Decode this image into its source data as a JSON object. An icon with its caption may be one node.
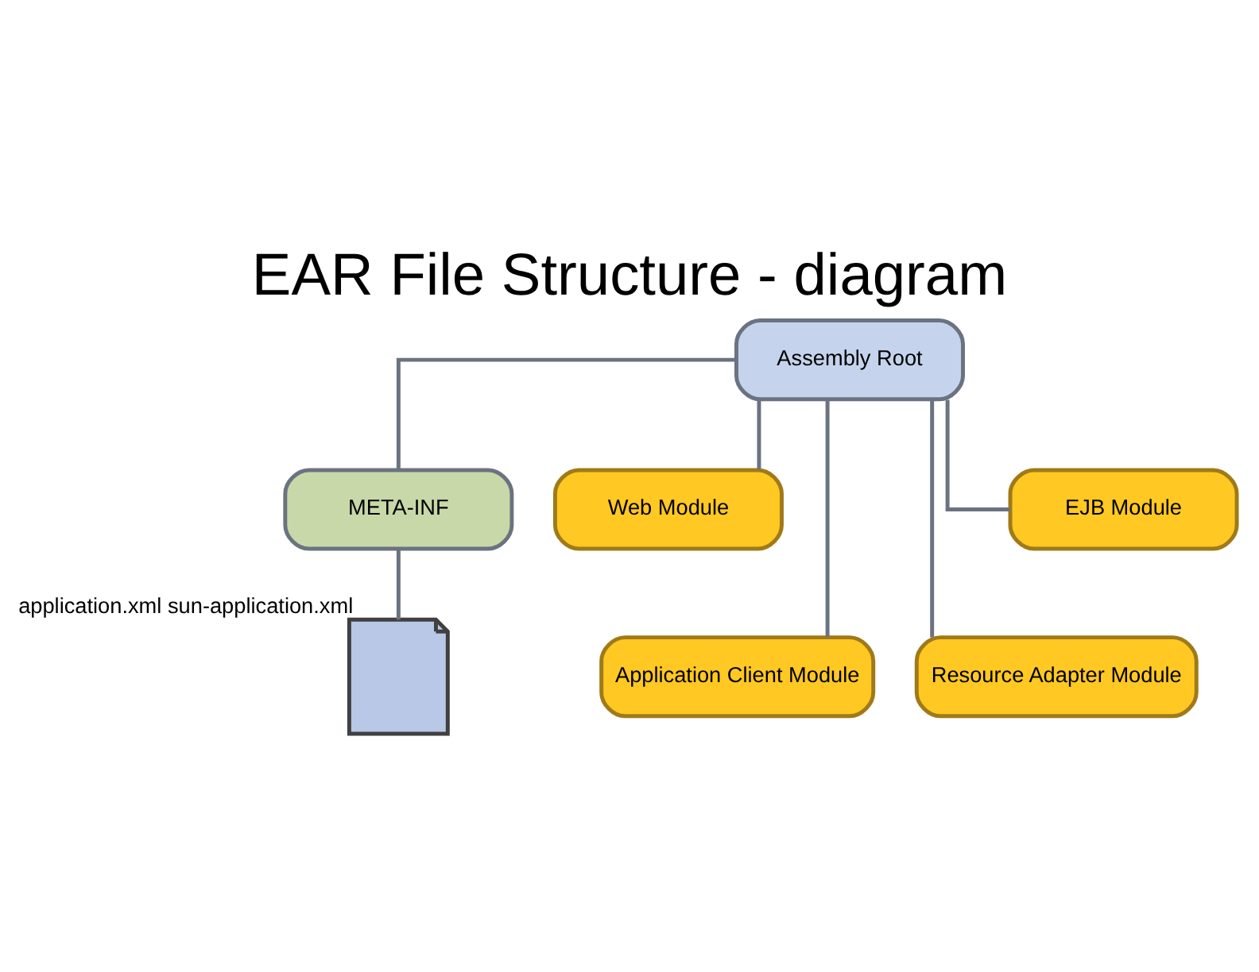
{
  "diagram": {
    "title": "EAR File Structure - diagram",
    "nodes": [
      {
        "text": [
          "Assembly Root"
        ]
      },
      {
        "text": [
          "META-INF"
        ]
      },
      {
        "text": [
          "Web Module"
        ]
      },
      {
        "text": [
          "Application Client Module"
        ]
      },
      {
        "text": [
          "Resource Adapter Module"
        ]
      },
      {
        "text": [
          "EJB Module"
        ]
      },
      {
        "text": [],
        "shape": "document",
        "beside": [
          "application.xml sun-application.xml"
        ]
      }
    ],
    "edges": [
      {
        "from": 0,
        "to": 1,
        "arrow": "none"
      },
      {
        "from": 0,
        "to": 2,
        "arrow": "none"
      },
      {
        "from": 0,
        "to": 3,
        "arrow": "none"
      },
      {
        "from": 0,
        "to": 4,
        "arrow": "none"
      },
      {
        "from": 0,
        "to": 5,
        "arrow": "none"
      },
      {
        "from": 1,
        "to": 6,
        "arrow": "none"
      }
    ]
  }
}
